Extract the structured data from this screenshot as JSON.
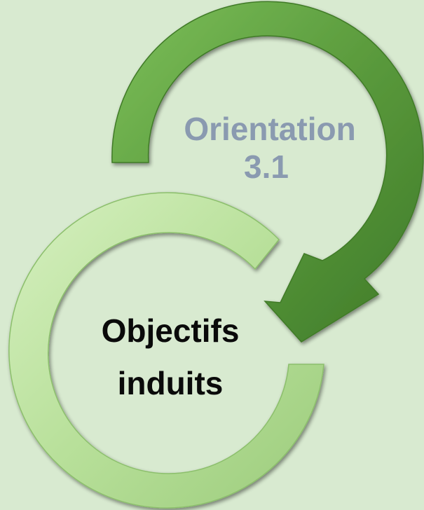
{
  "diagram": {
    "top_cycle": {
      "label_line1": "Orientation",
      "label_line2": "3.1",
      "color": "#5a9a3c",
      "label_color": "#8a9ab0"
    },
    "bottom_cycle": {
      "label_line1": "Objectifs",
      "label_line2": "induits",
      "color": "#b8e09a",
      "label_color": "#0a0a0a"
    },
    "background": "#d8ead0"
  }
}
